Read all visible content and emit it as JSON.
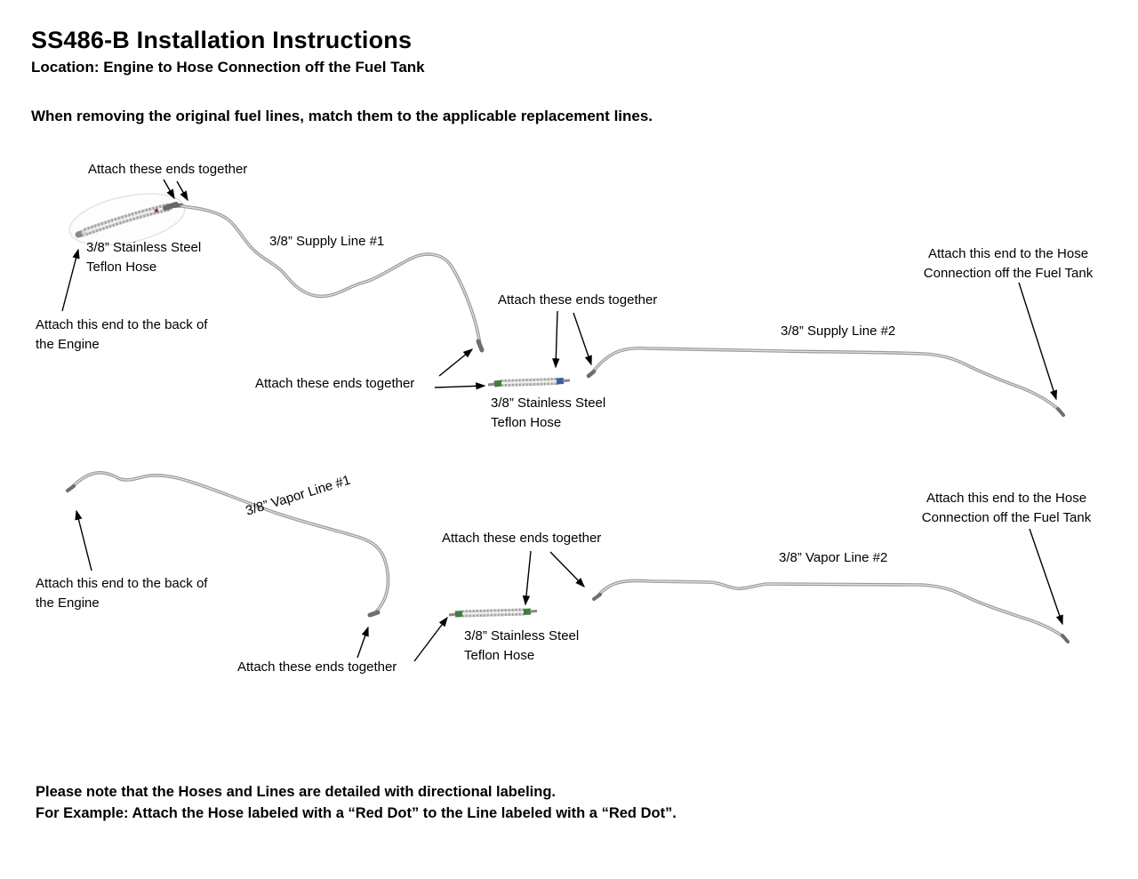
{
  "header": {
    "title": "SS486-B Installation Instructions",
    "location": "Location: Engine to Hose Connection off the Fuel Tank",
    "instruction": "When removing the original fuel lines, match them to the applicable replacement lines."
  },
  "supply_section": {
    "attach_ends_top": "Attach these ends together",
    "hose_label_top": "3/8” Stainless Steel\nTeflon Hose",
    "line1_label": "3/8” Supply Line #1",
    "engine_label": "Attach this end to the back of\nthe Engine",
    "attach_ends_mid": "Attach these ends together",
    "attach_ends_left": "Attach these ends together",
    "hose_label_mid": "3/8” Stainless Steel\nTeflon Hose",
    "line2_label": "3/8” Supply Line #2",
    "tank_label": "Attach this end to the Hose\nConnection off the Fuel Tank"
  },
  "vapor_section": {
    "line1_label": "3/8” Vapor Line #1",
    "attach_ends_mid": "Attach these ends together",
    "hose_label": "3/8” Stainless Steel\nTeflon Hose",
    "line2_label": "3/8” Vapor Line #2",
    "tank_label": "Attach this end to the Hose\nConnection off the Fuel Tank",
    "engine_label": "Attach this end to the back of\nthe Engine",
    "attach_ends_bottom": "Attach these ends together"
  },
  "footer": {
    "note1": "Please note that the Hoses and Lines are detailed with directional labeling.",
    "note2": "For Example: Attach the Hose labeled with a “Red Dot” to the Line labeled with a “Red Dot”."
  },
  "colors": {
    "line_metal": "#9b9b9b",
    "hose_braid": "#9a9a9a",
    "fitting_green": "#3f7d3f",
    "fitting_blue": "#3a5fa8",
    "dot_red": "#b03030",
    "arrow": "#000000"
  }
}
